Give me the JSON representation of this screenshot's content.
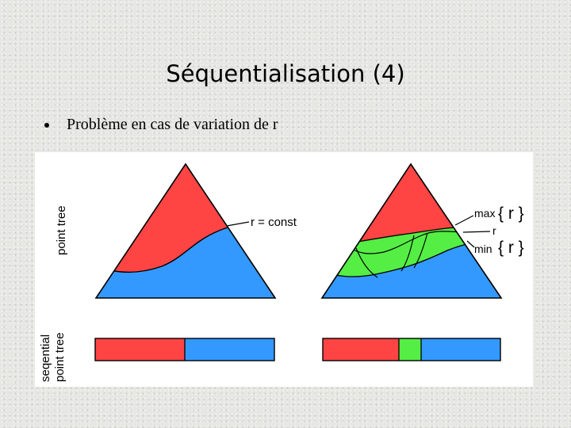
{
  "slide": {
    "title": "Séquentialisation (4)",
    "bullet": "Problème en cas de variation de r"
  },
  "figure": {
    "colors": {
      "red": "#ff4444",
      "blue": "#3399ff",
      "green": "#55ee44",
      "outline": "#000000"
    },
    "axis_labels": {
      "top": "point tree",
      "bottom_line1": "seqential",
      "bottom_line2": "point tree"
    },
    "left_diagram": {
      "label": "r = const"
    },
    "right_diagram": {
      "max_label": "max",
      "r_label": "r",
      "min_label": "min",
      "brace_r_top": "{ r }",
      "brace_r_bottom": "{ r }"
    }
  }
}
